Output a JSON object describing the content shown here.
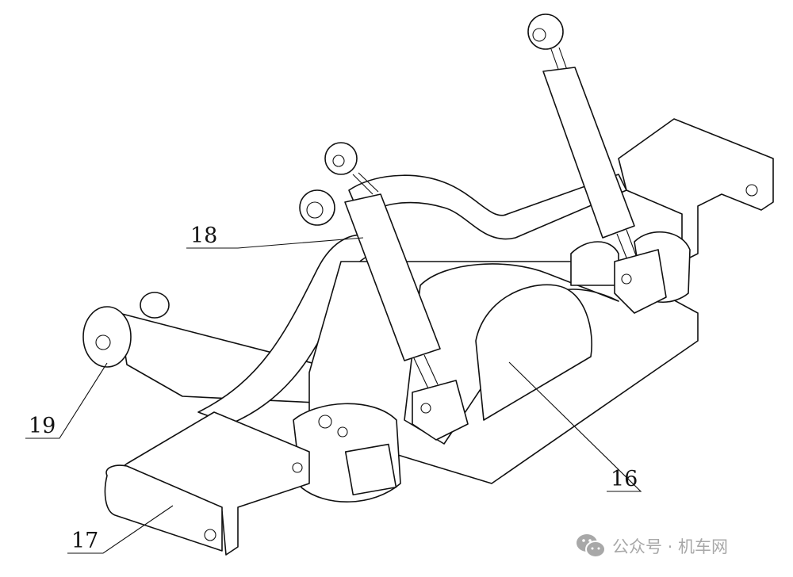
{
  "callouts": {
    "part_16": "16",
    "part_17": "17",
    "part_18": "18",
    "part_19": "19"
  },
  "watermark": {
    "icon": "wechat-icon",
    "text": "公众号 · 机车网"
  }
}
